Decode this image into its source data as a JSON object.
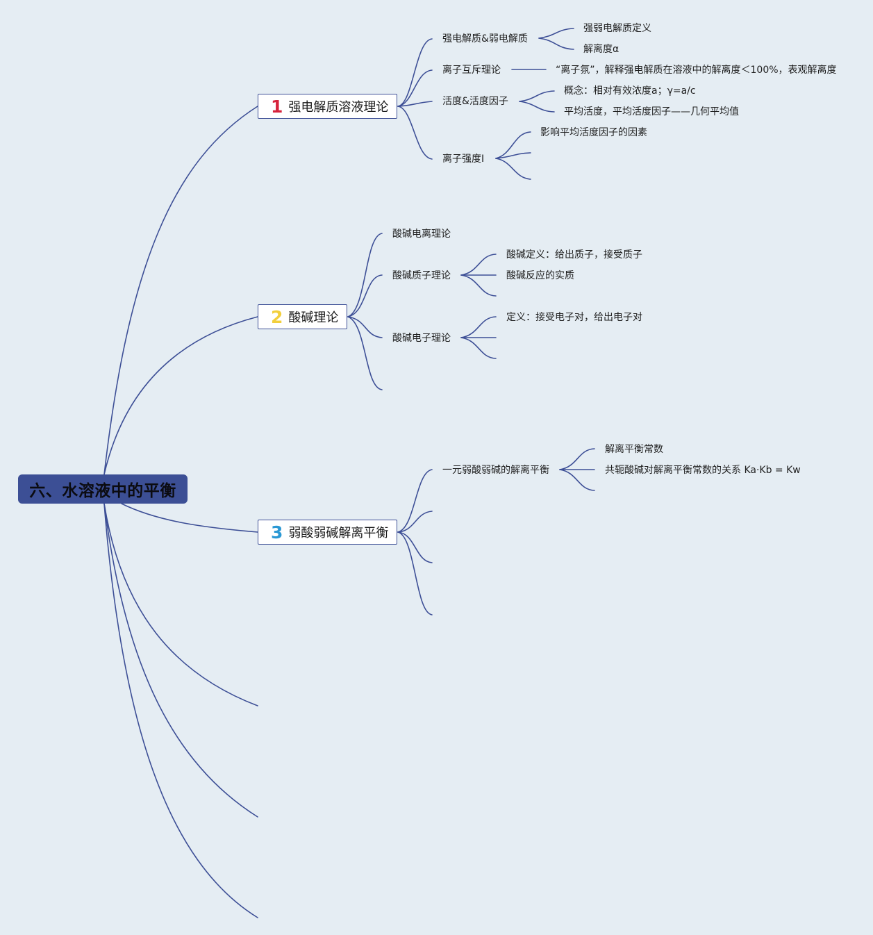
{
  "root": {
    "title": "六、水溶液中的平衡"
  },
  "topics": [
    {
      "number": "1",
      "title": "强电解质溶液理论",
      "number_color": "#d6233c",
      "subtopics": [
        {
          "label": "强电解质&弱电解质",
          "children": [
            "强弱电解质定义",
            "解离度α"
          ]
        },
        {
          "label": "离子互斥理论",
          "children": [
            "“离子氛”，解释强电解质在溶液中的解离度＜100%，表观解离度"
          ]
        },
        {
          "label": "活度&活度因子",
          "children": [
            "概念：相对有效浓度a；γ=a/c",
            "平均活度，平均活度因子——几何平均值"
          ]
        },
        {
          "label": "离子强度I",
          "children": [
            "影响平均活度因子的因素"
          ]
        }
      ]
    },
    {
      "number": "2",
      "title": "酸碱理论",
      "number_color": "#f2cf3c",
      "subtopics": [
        {
          "label": "酸碱电离理论",
          "children": []
        },
        {
          "label": "酸碱质子理论",
          "children": [
            "酸碱定义：给出质子，接受质子",
            "酸碱反应的实质"
          ]
        },
        {
          "label": "酸碱电子理论",
          "children": [
            "定义：接受电子对，给出电子对"
          ]
        }
      ]
    },
    {
      "number": "3",
      "title": "弱酸弱碱解离平衡",
      "number_color": "#2a98d4",
      "subtopics": [
        {
          "label": "一元弱酸弱碱的解离平衡",
          "children": [
            "解离平衡常数",
            "共轭酸碱对解离平衡常数的关系 Ka·Kb = Kw"
          ]
        }
      ]
    }
  ],
  "colors": {
    "background": "#e5edf3",
    "line": "#3d4f96",
    "root_fill": "#3c4f95"
  }
}
